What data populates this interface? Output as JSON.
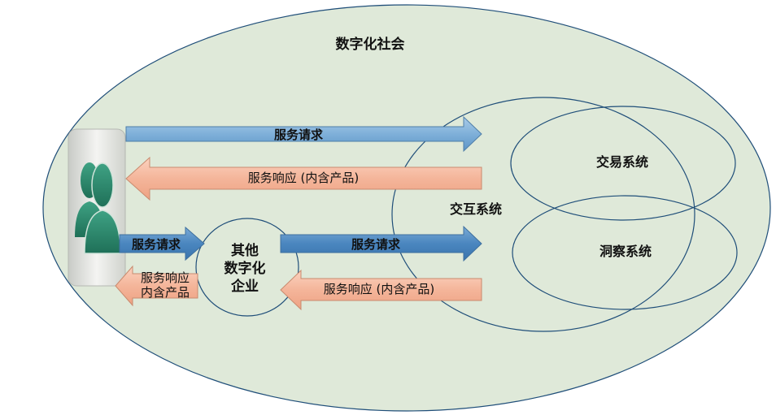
{
  "title": "数字化社会",
  "regions": {
    "interaction_system": "交互系统",
    "trading_system": "交易系统",
    "insight_system": "洞察系统",
    "other_enterprise": [
      "其他",
      "数字化",
      "企业"
    ]
  },
  "arrows": {
    "top_request": "服务请求",
    "top_response": "服务响应 (内含产品)",
    "mid_request": "服务请求",
    "ent_request": "服务请求",
    "ent_response": "服务响应 (内含产品)",
    "left_response": [
      "服务响应",
      "内含产品"
    ]
  },
  "icons": {
    "user": "user-group-icon"
  },
  "colors": {
    "society_fill": "#dfe9d9",
    "outline": "#1f4e79",
    "request_arrow": "#7fb0d9",
    "request_arrow_dark": "#4a86bf",
    "response_arrow": "#f4b59a",
    "person": "#2e8c70"
  }
}
